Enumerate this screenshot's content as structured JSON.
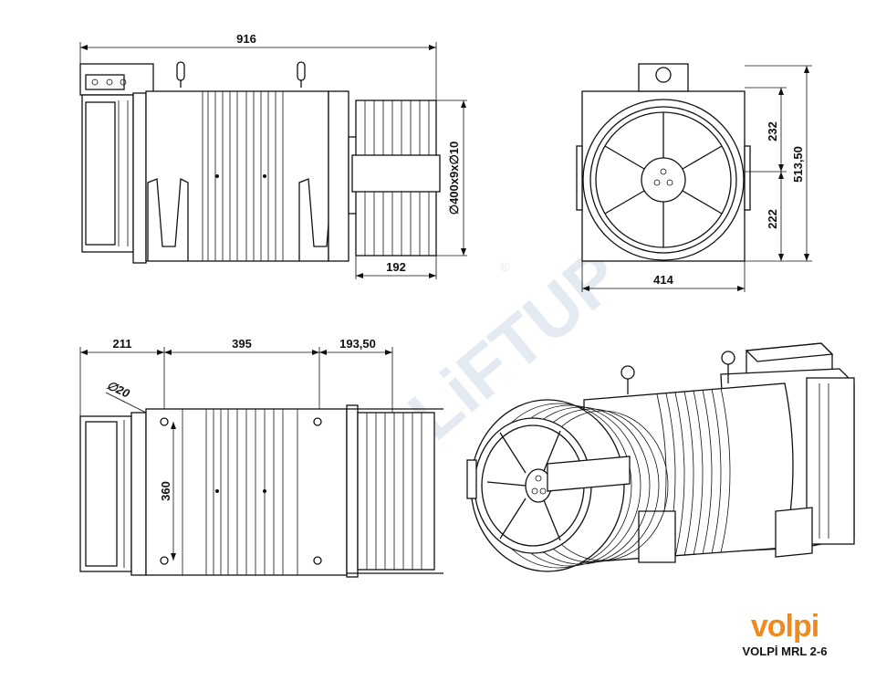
{
  "dimensions": {
    "total_length": "916",
    "drum_spec": "∅400x9x∅10",
    "drum_width": "192",
    "height_upper": "232",
    "height_total": "513,50",
    "height_lower": "222",
    "width_front": "414",
    "hole_offset": "211",
    "hole_spacing": "395",
    "shaft_extension": "193,50",
    "hole_diameter": "∅20",
    "hole_span": "360"
  },
  "watermark": {
    "text": "LiFTUP",
    "registered": "®"
  },
  "brand": {
    "logo": "volpi",
    "model": "VOLPİ MRL 2-6",
    "color": "#f08a1c"
  }
}
